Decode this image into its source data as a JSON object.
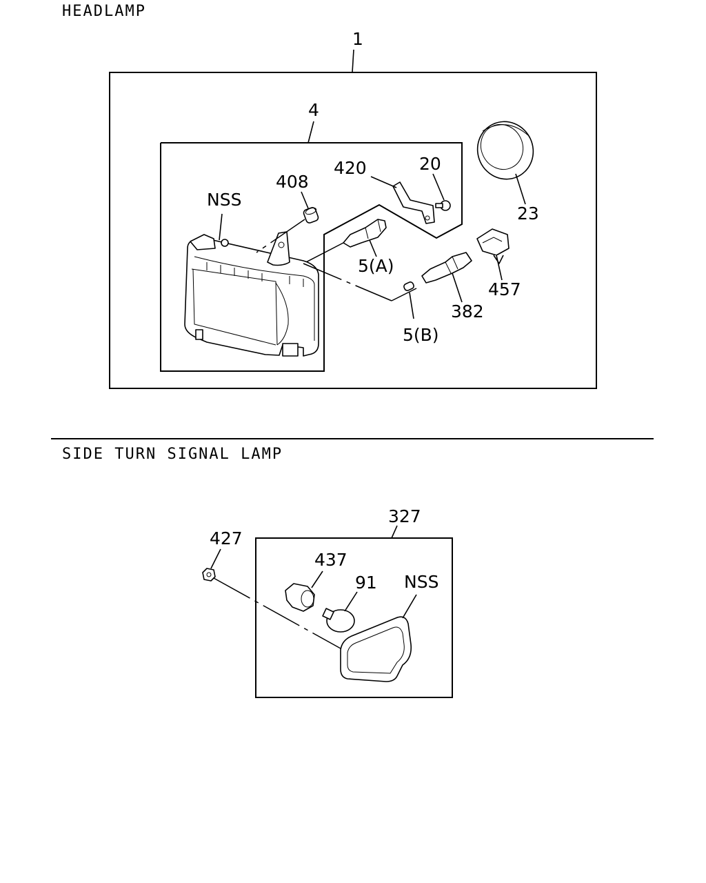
{
  "sections": {
    "headlamp": {
      "title": "HEADLAMP"
    },
    "side_turn_signal_lamp": {
      "title": "SIDE TURN SIGNAL LAMP"
    }
  },
  "callouts": {
    "headlamp_assembly": "1",
    "headlamp_unit": "4",
    "nss_headlamp": "NSS",
    "cap_408": "408",
    "bracket_420": "420",
    "screw_20": "20",
    "ring_23": "23",
    "bulb_5a": "5(A)",
    "bulb_5b": "5(B)",
    "bulb_382": "382",
    "socket_457": "457",
    "side_lamp_assembly": "327",
    "nut_427": "427",
    "socket_437": "437",
    "bulb_91": "91",
    "nss_side_lamp": "NSS"
  }
}
